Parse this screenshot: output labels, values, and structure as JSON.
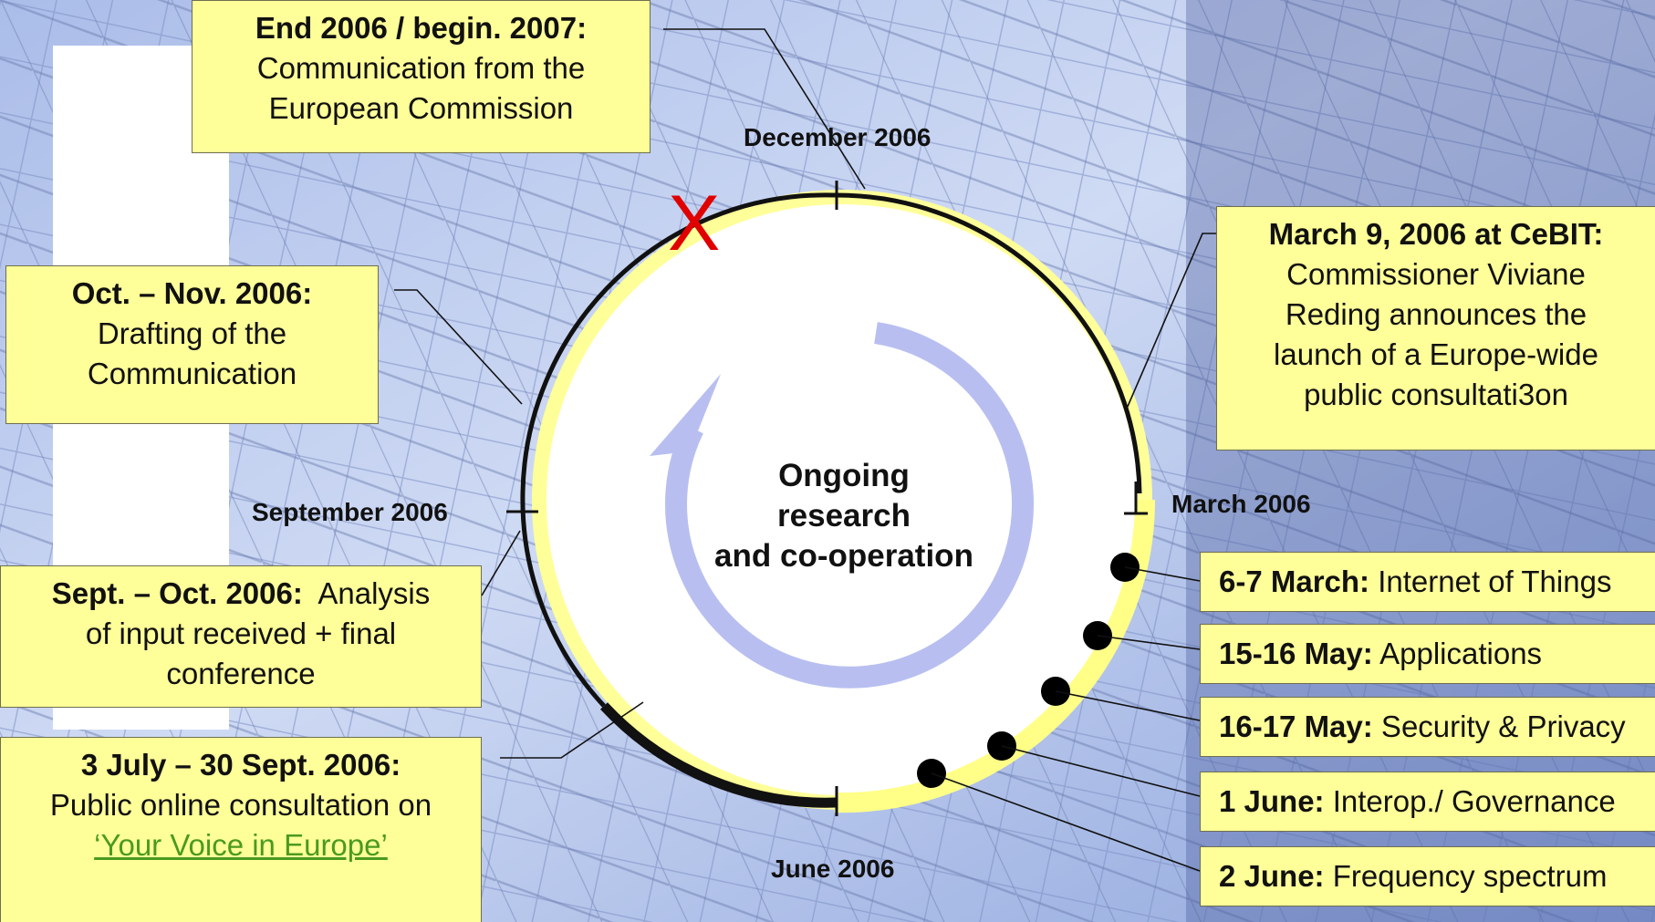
{
  "center_text": {
    "line1": "Ongoing",
    "line2": "research",
    "line3": "and co-operation"
  },
  "months": {
    "december": "December 2006",
    "march": "March 2006",
    "june": "June 2006",
    "september": "September 2006"
  },
  "boxes": {
    "end2006": {
      "bold": "End 2006 / begin. 2007:",
      "line2": "Communication from the",
      "line3": "European Commission"
    },
    "octnov": {
      "bold": "Oct. – Nov.  2006:",
      "line2": "Drafting of the",
      "line3": "Communication"
    },
    "septoct": {
      "bold": "Sept. – Oct. 2006:",
      "rest1": "  Analysis",
      "line2": "of input received + final",
      "line3": "conference"
    },
    "july": {
      "bold": "3 July – 30 Sept. 2006:",
      "line2": "Public online consultation on",
      "link": "‘Your Voice in Europe’"
    },
    "cebit": {
      "bold": "March 9, 2006 at CeBIT:",
      "line2": "Commissioner Viviane",
      "line3": "Reding announces the",
      "line4": "launch of a Europe-wide",
      "line5": "public consultati3on"
    }
  },
  "events": [
    {
      "date": "6-7 March:",
      "text": " Internet of Things"
    },
    {
      "date": "15-16 May:",
      "text": " Applications"
    },
    {
      "date": "16-17 May:",
      "text": " Security & Privacy"
    },
    {
      "date": "1 June:",
      "text": " Interop./ Governance"
    },
    {
      "date": "2 June:",
      "text": " Frequency spectrum"
    }
  ],
  "marker_symbol": "X",
  "colors": {
    "box_fill": "#ffff99",
    "ring_yellow": "#ffff99",
    "arrow": "#b8bff0",
    "marker": "#e00000",
    "link": "#4b9a1f"
  }
}
